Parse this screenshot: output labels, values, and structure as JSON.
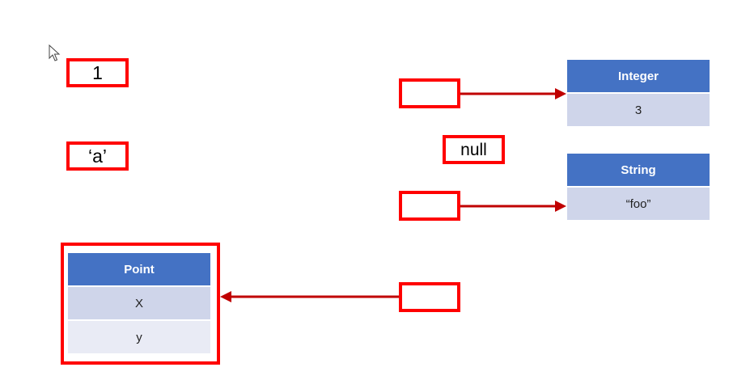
{
  "primitives": {
    "int_value": "1",
    "char_value": "‘a’"
  },
  "references": {
    "null_value": "null"
  },
  "integer_object": {
    "class_name": "Integer",
    "value": "3"
  },
  "string_object": {
    "class_name": "String",
    "value": "“foo”"
  },
  "point_object": {
    "class_name": "Point",
    "fields": [
      "X",
      "y"
    ]
  },
  "colors": {
    "highlight_border": "#ff0000",
    "arrow": "#c00000",
    "header": "#4472c4",
    "row": "#cfd5ea",
    "row_alt": "#e9ebf5"
  }
}
